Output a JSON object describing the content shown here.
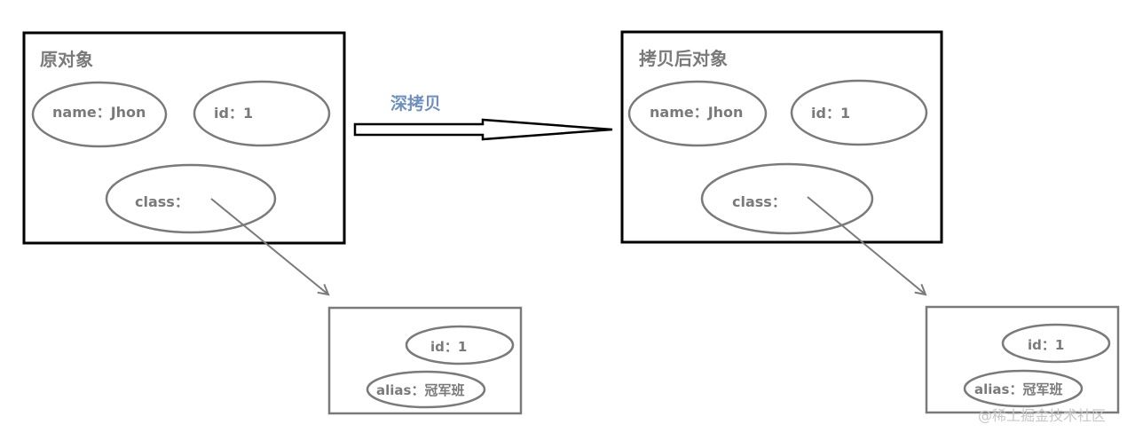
{
  "diagram": {
    "action_label": "深拷贝",
    "watermark": "@稀土掘金技术社区",
    "original": {
      "title": "原对象",
      "fields": {
        "name": "name：Jhon",
        "id": "id：1",
        "class": "class："
      },
      "class_object": {
        "id": "id：1",
        "alias": "alias：冠军班"
      }
    },
    "copy": {
      "title": "拷贝后对象",
      "fields": {
        "name": "name：Jhon",
        "id": "id：1",
        "class": "class："
      },
      "class_object": {
        "id": "id：1",
        "alias": "alias：冠军班"
      }
    },
    "colors": {
      "outer_box": "#000000",
      "ellipse": "#7a7a7a",
      "text": "#7a7a7a",
      "action": "#6f8fbf",
      "watermark": "#c8c8c8"
    }
  }
}
